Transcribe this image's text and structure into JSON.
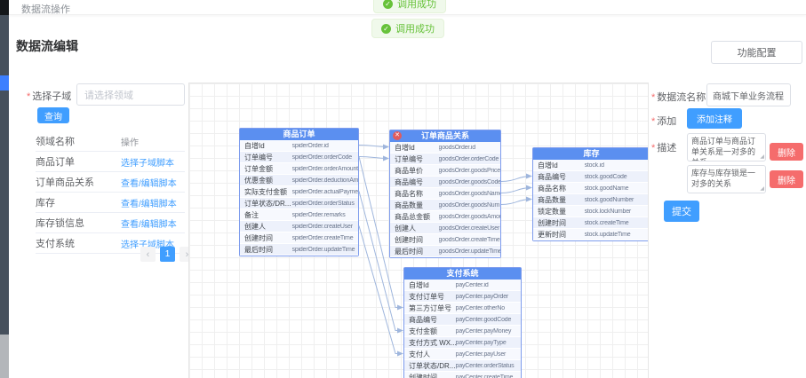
{
  "topbar": {
    "title": "数据流操作"
  },
  "toasts": [
    "调用成功",
    "调用成功"
  ],
  "page": {
    "title": "数据流编辑",
    "config_button": "功能配置"
  },
  "sidebar": {
    "select_label": "选择子域",
    "select_placeholder": "请选择领域",
    "query_button": "查询",
    "table": {
      "headers": [
        "领域名称",
        "操作"
      ],
      "rows": [
        {
          "name": "商品订单",
          "action": "选择子域脚本"
        },
        {
          "name": "订单商品关系",
          "action": "查看/编辑脚本"
        },
        {
          "name": "库存",
          "action": "查看/编辑脚本"
        },
        {
          "name": "库存锁信息",
          "action": "查看/编辑脚本"
        },
        {
          "name": "支付系统",
          "action": "选择子域脚本"
        }
      ]
    },
    "pagination": {
      "prev": "‹",
      "page": "1",
      "next": "›"
    }
  },
  "canvas": {
    "entities": [
      {
        "id": "spiderOrder",
        "title": "商品订单",
        "badge": false,
        "fields": [
          [
            "自增Id",
            "spiderOrder.id"
          ],
          [
            "订单编号",
            "spiderOrder.orderCode"
          ],
          [
            "订单金额",
            "spiderOrder.orderAmount"
          ],
          [
            "优惠金额",
            "spiderOrder.deductionAmount"
          ],
          [
            "实际支付金额",
            "spiderOrder.actualPayment"
          ],
          [
            "订单状态/DR...",
            "spiderOrder.orderStatus"
          ],
          [
            "备注",
            "spiderOrder.remarks"
          ],
          [
            "创建人",
            "spiderOrder.createUser"
          ],
          [
            "创建时间",
            "spiderOrder.createTime"
          ],
          [
            "最后时间",
            "spiderOrder.updateTime"
          ]
        ]
      },
      {
        "id": "goodsOrder",
        "title": "订单商品关系",
        "badge": true,
        "fields": [
          [
            "自增Id",
            "goodsOrder.id"
          ],
          [
            "订单编号",
            "goodsOrder.orderCode"
          ],
          [
            "商品单价",
            "goodsOrder.goodsPrice"
          ],
          [
            "商品编号",
            "goodsOrder.goodsCode"
          ],
          [
            "商品名称",
            "goodsOrder.goodsName"
          ],
          [
            "商品数量",
            "goodsOrder.goodsNum"
          ],
          [
            "商品总金额",
            "goodsOrder.goodsAmount"
          ],
          [
            "创建人",
            "goodsOrder.createUser"
          ],
          [
            "创建时间",
            "goodsOrder.createTime"
          ],
          [
            "最后时间",
            "goodsOrder.updateTime"
          ]
        ]
      },
      {
        "id": "stock",
        "title": "库存",
        "badge": false,
        "fields": [
          [
            "自增Id",
            "stock.id"
          ],
          [
            "商品编号",
            "stock.goodCode"
          ],
          [
            "商品名称",
            "stock.goodName"
          ],
          [
            "商品数量",
            "stock.goodNumber"
          ],
          [
            "锁定数量",
            "stock.lockNumber"
          ],
          [
            "创建时间",
            "stock.createTime"
          ],
          [
            "更新时间",
            "stock.updateTime"
          ]
        ]
      },
      {
        "id": "payCenter",
        "title": "支付系统",
        "badge": false,
        "fields": [
          [
            "自增Id",
            "payCenter.id"
          ],
          [
            "支付订单号",
            "payCenter.payOrder"
          ],
          [
            "第三方订单号",
            "payCenter.otherNo"
          ],
          [
            "商品编号",
            "payCenter.goodCode"
          ],
          [
            "支付金额",
            "payCenter.payMoney"
          ],
          [
            "支付方式 WX...",
            "payCenter.payType"
          ],
          [
            "支付人",
            "payCenter.payUser"
          ],
          [
            "订单状态/DR...",
            "payCenter.orderStatus"
          ],
          [
            "创建时间",
            "payCenter.createTime"
          ]
        ]
      }
    ],
    "links": [
      {
        "from": [
          "spiderOrder",
          0
        ],
        "to": [
          "goodsOrder",
          0
        ]
      },
      {
        "from": [
          "spiderOrder",
          1
        ],
        "to": [
          "goodsOrder",
          1
        ]
      },
      {
        "from": [
          "goodsOrder",
          3
        ],
        "to": [
          "stock",
          1
        ]
      },
      {
        "from": [
          "goodsOrder",
          4
        ],
        "to": [
          "stock",
          2
        ]
      },
      {
        "from": [
          "goodsOrder",
          5
        ],
        "to": [
          "stock",
          3
        ]
      },
      {
        "from": [
          "spiderOrder",
          1
        ],
        "to": [
          "payCenter",
          2
        ]
      },
      {
        "from": [
          "spiderOrder",
          4
        ],
        "to": [
          "payCenter",
          4
        ]
      },
      {
        "from": [
          "spiderOrder",
          7
        ],
        "to": [
          "payCenter",
          6
        ]
      }
    ]
  },
  "right_panel": {
    "name_label": "数据流名称",
    "name_value": "商城下单业务流程",
    "add_label": "添加",
    "add_button": "添加注释",
    "desc_label": "描述",
    "descriptions": [
      "商品订单与商品订单关系是一对多的关系",
      "库存与库存锁是一对多的关系"
    ],
    "delete_button": "删除",
    "submit_button": "提交"
  },
  "colors": {
    "accent": "#409eff",
    "danger": "#f56c6c",
    "success": "#67c23a",
    "entity_header": "#5b8ff0",
    "connector": "#9fb6dd"
  }
}
